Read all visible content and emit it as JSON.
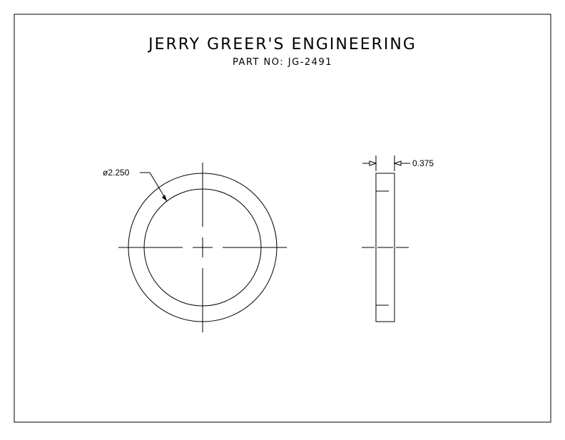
{
  "title_block": {
    "company": "JERRY GREER'S ENGINEERING",
    "part_number": "PART NO: JG-2491"
  },
  "front_view": {
    "diameter_label": "ø2.250"
  },
  "side_view": {
    "thickness_label": "0.375"
  },
  "colors": {
    "line": "#000000",
    "background": "#ffffff"
  }
}
